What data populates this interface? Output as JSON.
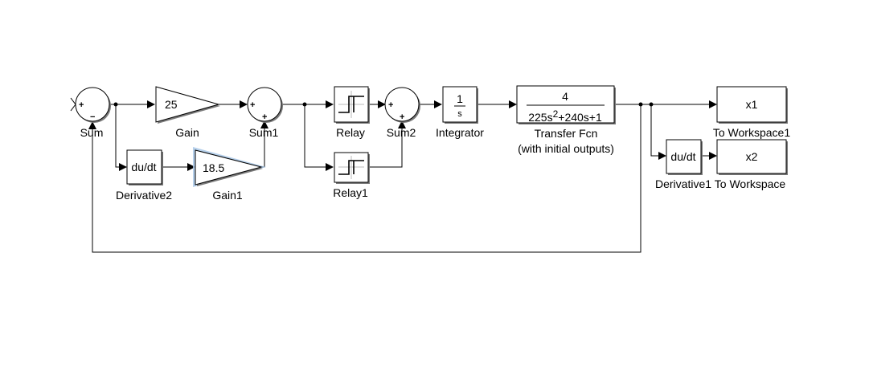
{
  "blocks": {
    "sum": {
      "label": "Sum",
      "sign_top": "+",
      "sign_bottom": "−"
    },
    "gain": {
      "label": "Gain",
      "value": "25"
    },
    "sum1": {
      "label": "Sum1",
      "sign_left": "+",
      "sign_bottom": "+"
    },
    "relay": {
      "label": "Relay"
    },
    "sum2": {
      "label": "Sum2",
      "sign_left": "+",
      "sign_bottom": "+"
    },
    "integrator": {
      "label": "Integrator",
      "num": "1",
      "den": "s"
    },
    "transfer_fcn": {
      "label": "Transfer Fcn",
      "label2": "(with initial outputs)",
      "num": "4",
      "den_a": "225s",
      "den_exp": "2",
      "den_b": "+240s+1"
    },
    "to_workspace1": {
      "label": "To Workspace1",
      "value": "x1"
    },
    "derivative2": {
      "label": "Derivative2",
      "value": "du/dt"
    },
    "gain1": {
      "label": "Gain1",
      "value": "18.5"
    },
    "relay1": {
      "label": "Relay1"
    },
    "derivative1": {
      "label": "Derivative1",
      "value": "du/dt"
    },
    "to_workspace": {
      "label": "To Workspace",
      "value": "x2"
    }
  },
  "colors": {
    "selection_highlight": "#a9c8e8",
    "shadow": "#7a7a7a",
    "line": "#000000"
  }
}
